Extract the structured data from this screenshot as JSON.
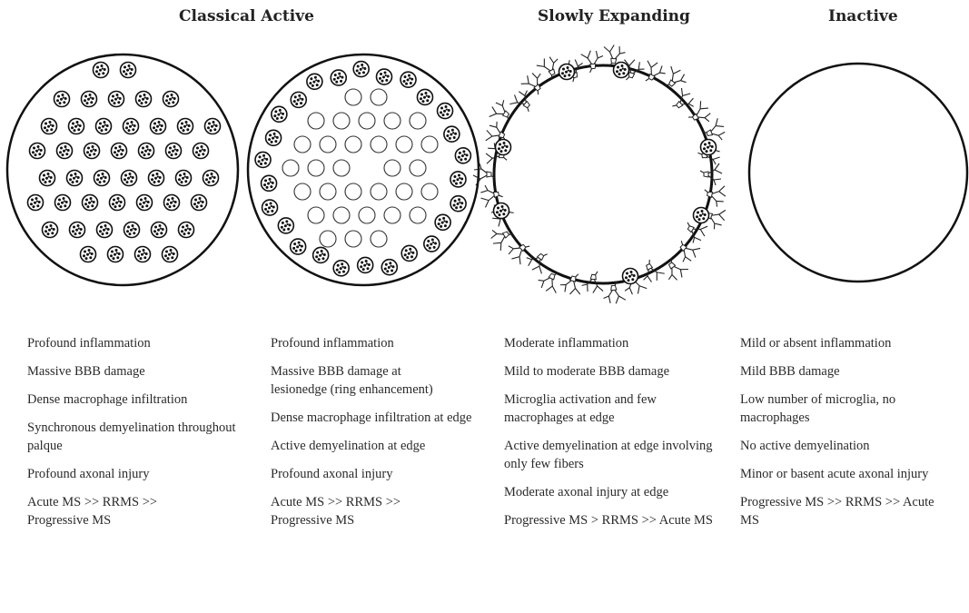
{
  "titles": {
    "classical": "Classical Active",
    "slow": "Slowly Expanding",
    "inactive": "Inactive"
  },
  "panels": [
    {
      "items": [
        "Profound inflammation",
        "Massive BBB damage",
        "Dense macrophage infiltration",
        "Synchronous demyelination throughout palque",
        "Profound axonal injury",
        "Acute MS >> RRMS >> Progressive MS"
      ]
    },
    {
      "items": [
        "Profound inflammation",
        "Massive BBB damage at lesionedge (ring enhancement)",
        "Dense macrophage infiltration at edge",
        "Active demyelination at edge",
        "Profound axonal injury",
        "Acute MS >> RRMS >> Progressive MS"
      ]
    },
    {
      "items": [
        "Moderate inflammation",
        "Mild to moderate BBB damage",
        "Microglia activation and few macrophages at edge",
        "Active demyelination at edge involving only few fibers",
        "Moderate axonal injury at edge",
        "Progressive MS > RRMS >> Acute MS"
      ]
    },
    {
      "items": [
        "Mild or absent inflammation",
        "Mild BBB damage",
        "Low number of microglia, no macrophages",
        "No active demyelination",
        "Minor or basent acute axonal injury",
        "Progressive MS >> RRMS >> Acute MS"
      ]
    }
  ]
}
